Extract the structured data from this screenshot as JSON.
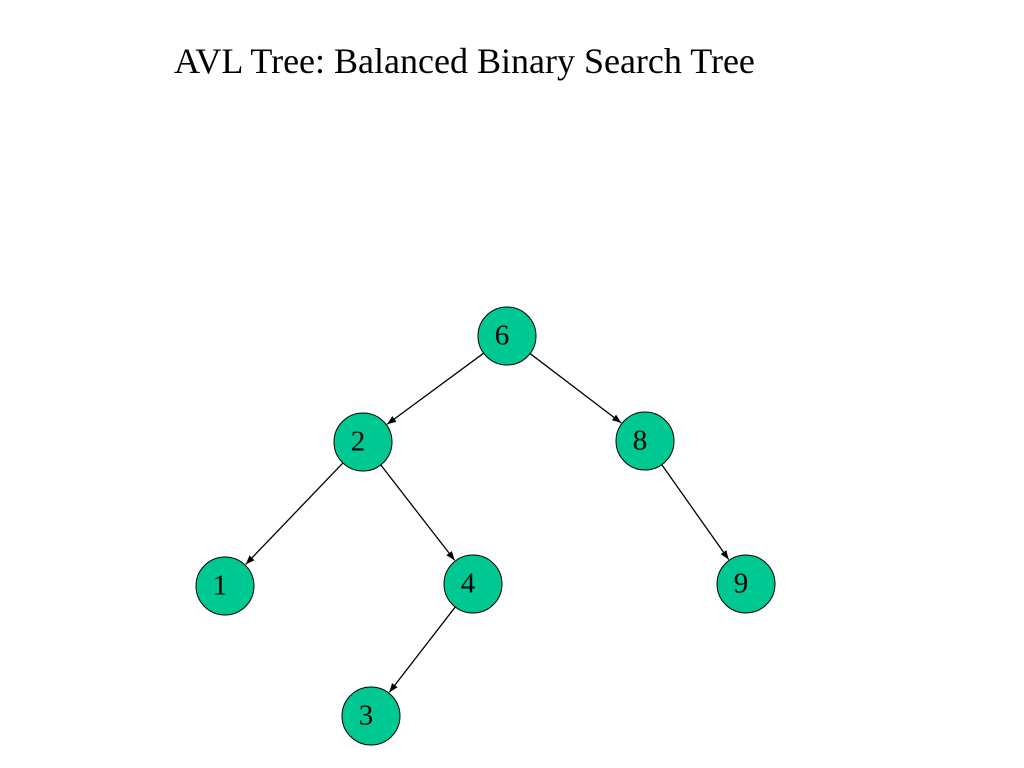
{
  "slide": {
    "title": "AVL Tree: Balanced Binary Search Tree"
  },
  "tree": {
    "node_fill": "#00C893",
    "node_stroke": "#000000",
    "edge_color": "#000000",
    "nodes": [
      {
        "id": "n6",
        "label": "6"
      },
      {
        "id": "n2",
        "label": "2"
      },
      {
        "id": "n8",
        "label": "8"
      },
      {
        "id": "n1",
        "label": "1"
      },
      {
        "id": "n4",
        "label": "4"
      },
      {
        "id": "n9",
        "label": "9"
      },
      {
        "id": "n3",
        "label": "3"
      }
    ],
    "edges": [
      {
        "from": "n6",
        "to": "n2"
      },
      {
        "from": "n6",
        "to": "n8"
      },
      {
        "from": "n2",
        "to": "n1"
      },
      {
        "from": "n2",
        "to": "n4"
      },
      {
        "from": "n8",
        "to": "n9"
      },
      {
        "from": "n4",
        "to": "n3"
      }
    ]
  }
}
